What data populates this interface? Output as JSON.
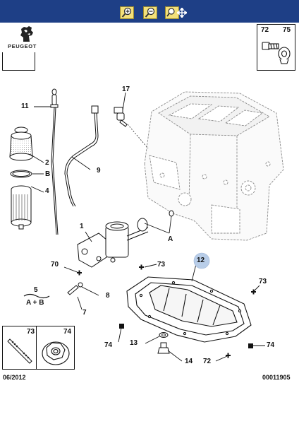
{
  "brand": {
    "name": "PEUGEOT"
  },
  "toolbar": {
    "zoom_in_icon": "zoom-in-icon",
    "zoom_out_icon": "zoom-out-icon",
    "pan_icon": "pan-icon",
    "color_bar": "#1e3f86",
    "color_button": "#f3e07a"
  },
  "kit_top_right": {
    "labels": [
      "72",
      "75"
    ]
  },
  "kit_bottom_left": {
    "labels": [
      "73",
      "74"
    ]
  },
  "callouts": {
    "c11": "11",
    "c17": "17",
    "c2": "2",
    "cB": "B",
    "c4": "4",
    "c9": "9",
    "c1": "1",
    "cA": "A",
    "c70": "70",
    "c73a": "73",
    "c12": "12",
    "c5": "5",
    "cAB": "A + B",
    "c8": "8",
    "c7": "7",
    "c73b": "73",
    "c74a": "74",
    "c13": "13",
    "c74b": "74",
    "c14": "14",
    "c72": "72"
  },
  "highlight_color": "#b8cde8",
  "footer": {
    "date": "06/2012",
    "ref": "00011905"
  }
}
